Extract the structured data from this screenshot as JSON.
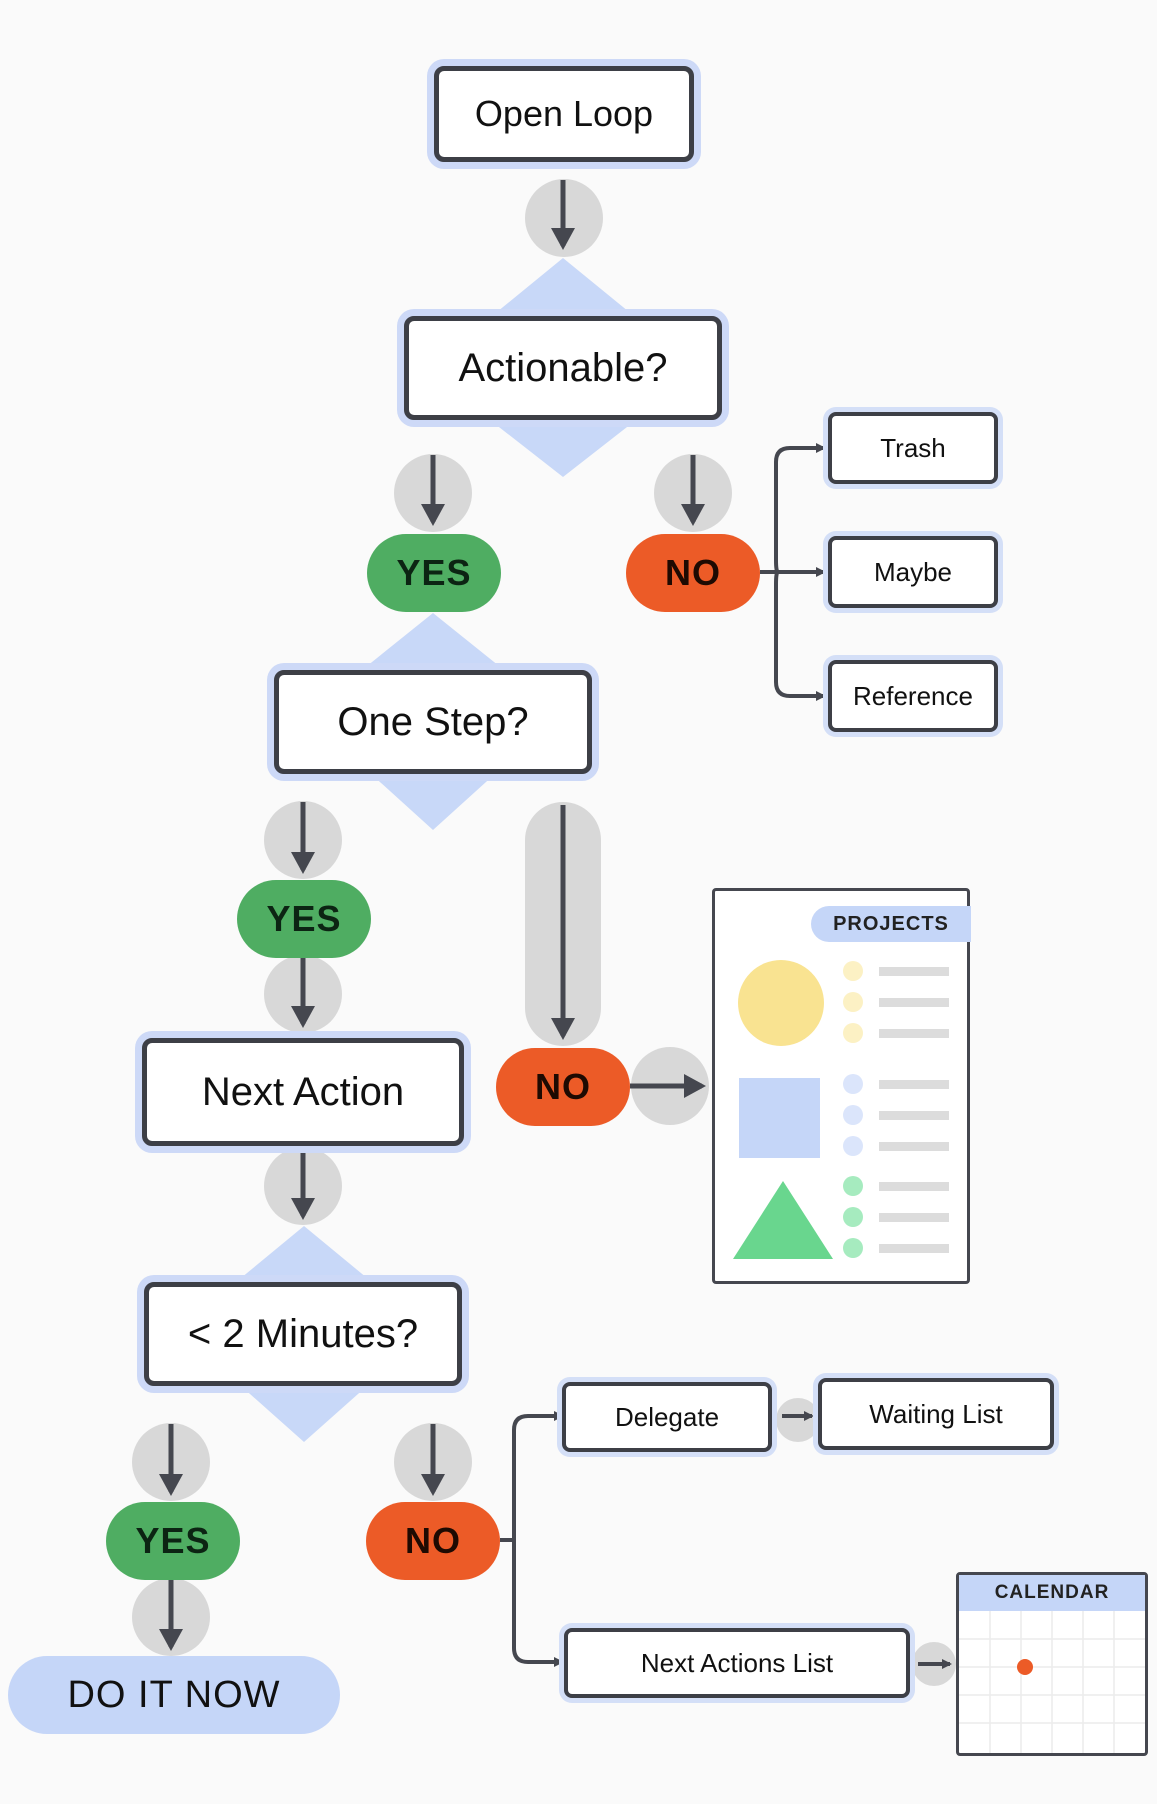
{
  "flow": {
    "open_loop": "Open Loop",
    "actionable": "Actionable?",
    "yes_1": "YES",
    "no_1": "NO",
    "trash": "Trash",
    "maybe": "Maybe",
    "reference": "Reference",
    "one_step": "One Step?",
    "yes_2": "YES",
    "no_2": "NO",
    "next_action": "Next Action",
    "two_minutes": "< 2 Minutes?",
    "yes_3": "YES",
    "no_3": "NO",
    "do_it_now": "DO IT NOW",
    "delegate": "Delegate",
    "waiting_list": "Waiting List",
    "next_actions_list": "Next Actions List"
  },
  "projects_panel": {
    "title": "PROJECTS"
  },
  "calendar_panel": {
    "title": "CALENDAR"
  },
  "colors": {
    "yes": "#4fad62",
    "no": "#ec5b27",
    "accent_blue": "#c5d6f8",
    "outline": "#3d3f46",
    "arrow": "#45474f",
    "circle": "#d8d8d8"
  }
}
